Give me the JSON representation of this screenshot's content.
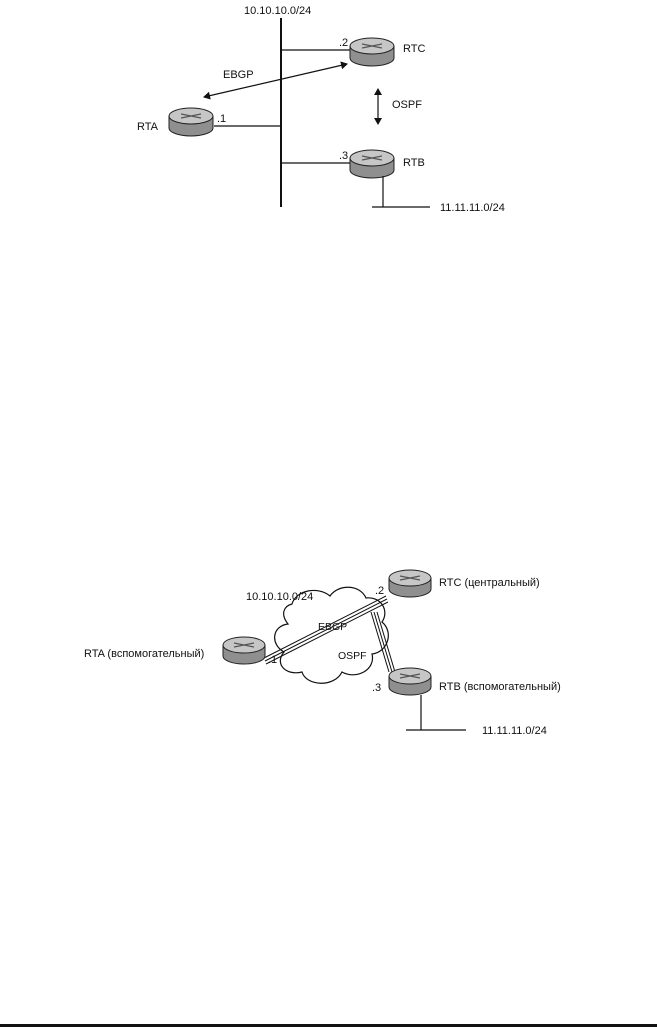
{
  "top_diagram": {
    "network_label": "10.10.10.0/24",
    "ebgp_label": "EBGP",
    "ospf_label": "OSPF",
    "rta": {
      "name": "RTA",
      "ip": ".1"
    },
    "rtc": {
      "name": "RTC",
      "ip": ".2"
    },
    "rtb": {
      "name": "RTB",
      "ip": ".3"
    },
    "stub_network": "11.11.11.0/24"
  },
  "bottom_diagram": {
    "network_label": "10.10.10.0/24",
    "ebgp_label": "EBGP",
    "ospf_label": "OSPF",
    "rta": {
      "name": "RTA (вспомогательный)",
      "ip": ".1"
    },
    "rtc": {
      "name": "RTC (центральный)",
      "ip": ".2"
    },
    "rtb": {
      "name": "RTB (вспомогательный)",
      "ip": ".3"
    },
    "stub_network": "11.11.11.0/24"
  },
  "colors": {
    "line": "#111111",
    "router_body": "#9a9a9a",
    "router_top": "#c8c8c8"
  }
}
